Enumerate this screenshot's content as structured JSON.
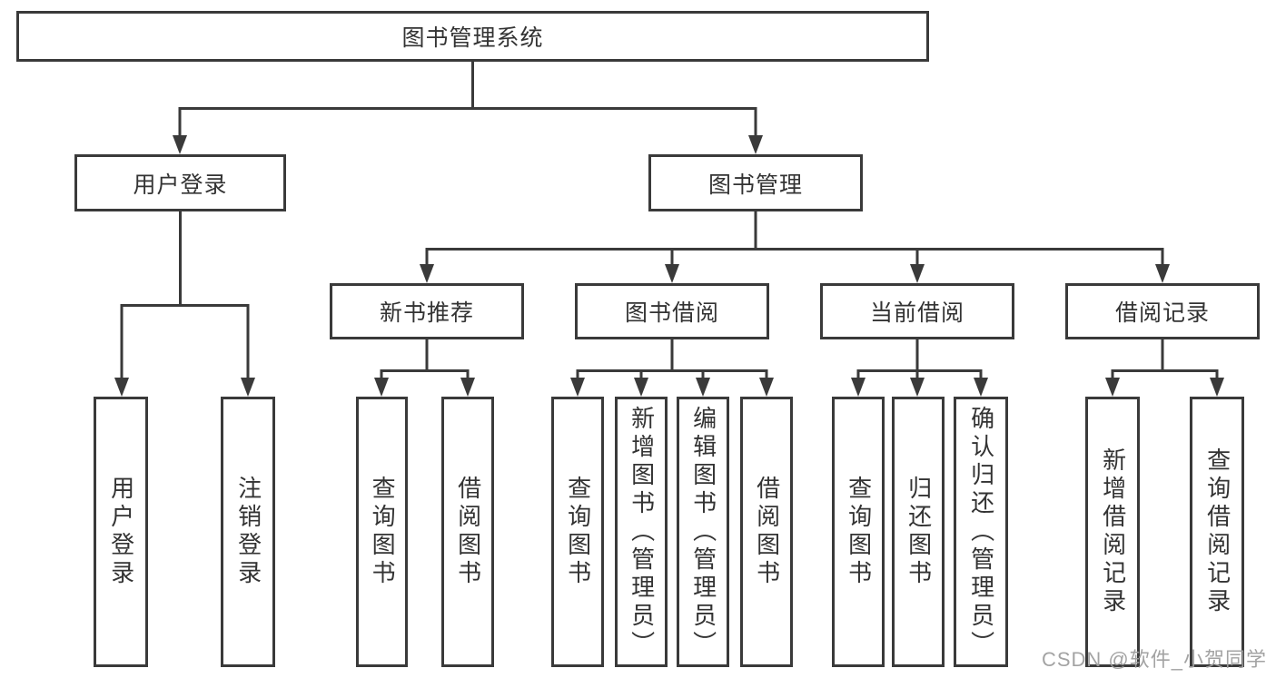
{
  "page": {
    "background": "#ffffff"
  },
  "colors": {
    "line": "#3a3a3a",
    "box_border": "#3a3a3a",
    "box_fill": "#ffffff",
    "text": "#333333",
    "watermark": "#9e9e9e"
  },
  "diagram": {
    "root": {
      "label": "图书管理系统"
    },
    "level2": [
      {
        "label": "用户登录",
        "parent": "图书管理系统"
      },
      {
        "label": "图书管理",
        "parent": "图书管理系统"
      }
    ],
    "level3": [
      {
        "label": "新书推荐",
        "parent": "图书管理"
      },
      {
        "label": "图书借阅",
        "parent": "图书管理"
      },
      {
        "label": "当前借阅",
        "parent": "图书管理"
      },
      {
        "label": "借阅记录",
        "parent": "图书管理"
      }
    ],
    "leaves": [
      {
        "label": "用户登录",
        "parent": "用户登录"
      },
      {
        "label": "注销登录",
        "parent": "用户登录"
      },
      {
        "label": "查询图书",
        "parent": "新书推荐"
      },
      {
        "label": "借阅图书",
        "parent": "新书推荐"
      },
      {
        "label": "查询图书",
        "parent": "图书借阅"
      },
      {
        "label": "新增图书（管理员）",
        "parent": "图书借阅"
      },
      {
        "label": "编辑图书（管理员）",
        "parent": "图书借阅"
      },
      {
        "label": "借阅图书",
        "parent": "图书借阅"
      },
      {
        "label": "查询图书",
        "parent": "当前借阅"
      },
      {
        "label": "归还图书",
        "parent": "当前借阅"
      },
      {
        "label": "确认归还（管理员）",
        "parent": "当前借阅"
      },
      {
        "label": "新增借阅记录",
        "parent": "借阅记录"
      },
      {
        "label": "查询借阅记录",
        "parent": "借阅记录"
      }
    ]
  },
  "watermark": {
    "text": "CSDN @软件_小贺同学"
  }
}
